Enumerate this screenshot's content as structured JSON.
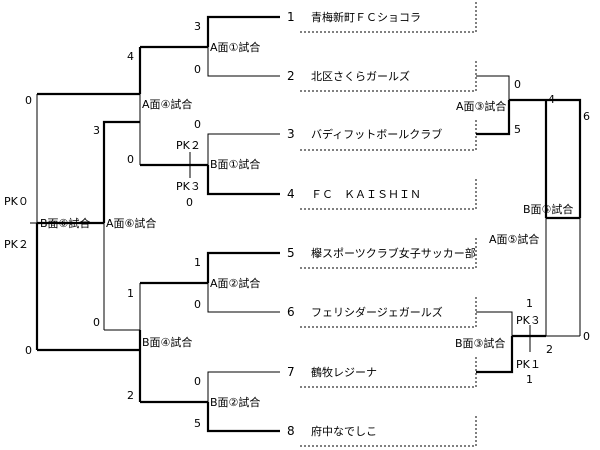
{
  "teams": [
    {
      "seed": "1",
      "name": "青梅新町ＦＣショコラ"
    },
    {
      "seed": "2",
      "name": "北区さくらガールズ"
    },
    {
      "seed": "3",
      "name": "バディフットボールクラブ"
    },
    {
      "seed": "4",
      "name": "ＦＣ　ＫＡＩＳＨＩＮ"
    },
    {
      "seed": "5",
      "name": "欅スポーツクラブ女子サッカー部"
    },
    {
      "seed": "6",
      "name": "フェリシダージェガールズ"
    },
    {
      "seed": "7",
      "name": "鶴牧レジーナ"
    },
    {
      "seed": "8",
      "name": "府中なでしこ"
    }
  ],
  "matches": {
    "b1": {
      "label": "A面①試合",
      "top": "3",
      "bottom": "0"
    },
    "b2": {
      "label": "B面①試合",
      "top": "0",
      "bottom": "0",
      "pk_top": "PK２",
      "pk_bottom": "PK３"
    },
    "b3": {
      "label": "A面②試合",
      "top": "1",
      "bottom": "0"
    },
    "b4": {
      "label": "B面②試合",
      "top": "0",
      "bottom": "5"
    },
    "a1": {
      "label": "A面④試合",
      "top": "4",
      "bottom": "0"
    },
    "a2": {
      "label": "B面④試合",
      "top": "1",
      "bottom": "2"
    },
    "semi": {
      "label": "A面⑥試合",
      "top": "3",
      "bottom": "0"
    },
    "final": {
      "label": "B面⑥試合",
      "top": "0",
      "bottom": "0",
      "pk_top": "PK０",
      "pk_bottom": "PK２"
    },
    "r1": {
      "label": "A面③試合",
      "top": "0",
      "bottom": "5"
    },
    "r2": {
      "label": "B面③試合",
      "top": "1",
      "bottom": "2",
      "pk_top": "PK３",
      "pk_bottom": "PK１",
      "pk_score_bottom": "1"
    },
    "r3": {
      "label": "A面⑤試合",
      "top": "4",
      "bottom": "2"
    },
    "r4": {
      "label": "B面⑤試合",
      "top": "6",
      "bottom": "0"
    }
  }
}
